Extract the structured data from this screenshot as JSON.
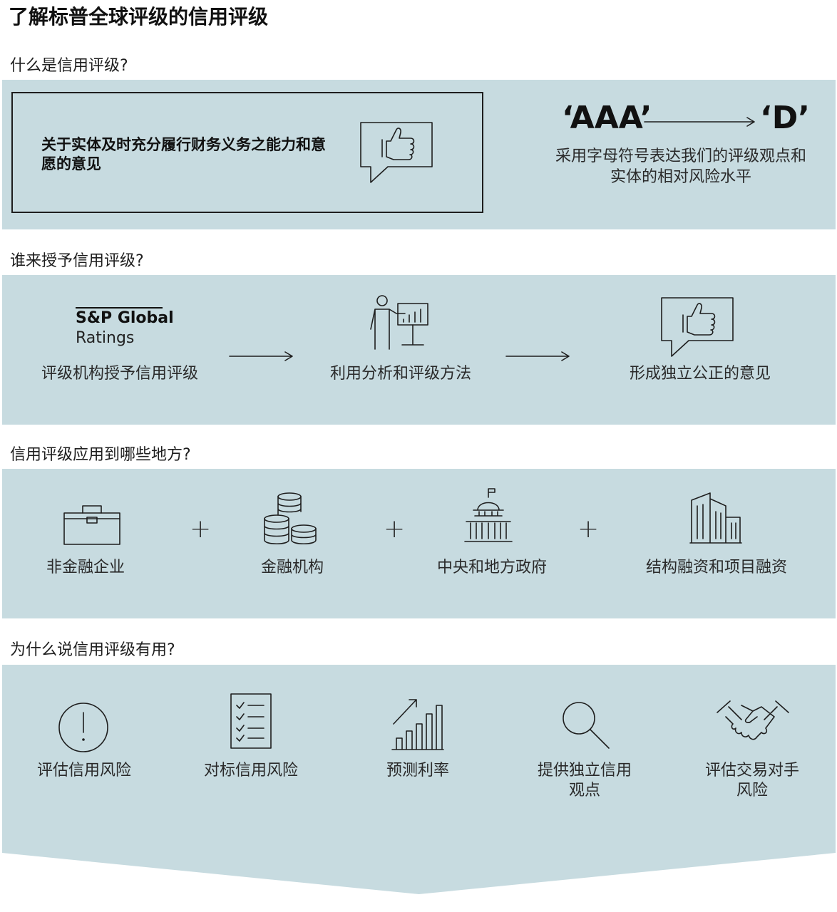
{
  "title": "了解标普全球评级的信用评级",
  "section1": {
    "question": "什么是信用评级?",
    "box_text": "关于实体及时充分履行财务义务之能力和意愿的意见",
    "scale_from": "‘AAA’",
    "scale_to": "‘D’",
    "scale_desc_line1": "采用字母符号表达我们的评级观点和",
    "scale_desc_line2": "实体的相对风险水平"
  },
  "section2": {
    "question": "谁来授予信用评级?",
    "logo_line1": "S&P Global",
    "logo_line2": "Ratings",
    "steps": [
      {
        "label": "评级机构授予信用评级",
        "icon": "sp-global-logo"
      },
      {
        "label": "利用分析和评级方法",
        "icon": "presenter-chart-icon"
      },
      {
        "label": "形成独立公正的意见",
        "icon": "thumbs-up-speech-icon"
      }
    ]
  },
  "section3": {
    "question": "信用评级应用到哪些地方?",
    "plus": "+",
    "items": [
      {
        "label": "非金融企业",
        "icon": "briefcase-icon"
      },
      {
        "label": "金融机构",
        "icon": "coins-icon"
      },
      {
        "label": "中央和地方政府",
        "icon": "capitol-building-icon"
      },
      {
        "label": "结构融资和项目融资",
        "icon": "buildings-icon"
      }
    ]
  },
  "section4": {
    "question": "为什么说信用评级有用?",
    "items": [
      {
        "line1": "评估信用风险",
        "line2": "",
        "icon": "exclamation-circle-icon"
      },
      {
        "line1": "对标信用风险",
        "line2": "",
        "icon": "checklist-icon"
      },
      {
        "line1": "预测利率",
        "line2": "",
        "icon": "growth-chart-icon"
      },
      {
        "line1": "提供独立信用",
        "line2": "观点",
        "icon": "magnifier-icon"
      },
      {
        "line1": "评估交易对手",
        "line2": "风险",
        "icon": "handshake-icon"
      }
    ]
  },
  "colors": {
    "panel": "#c7dbe0",
    "text": "#1e1e1e"
  }
}
